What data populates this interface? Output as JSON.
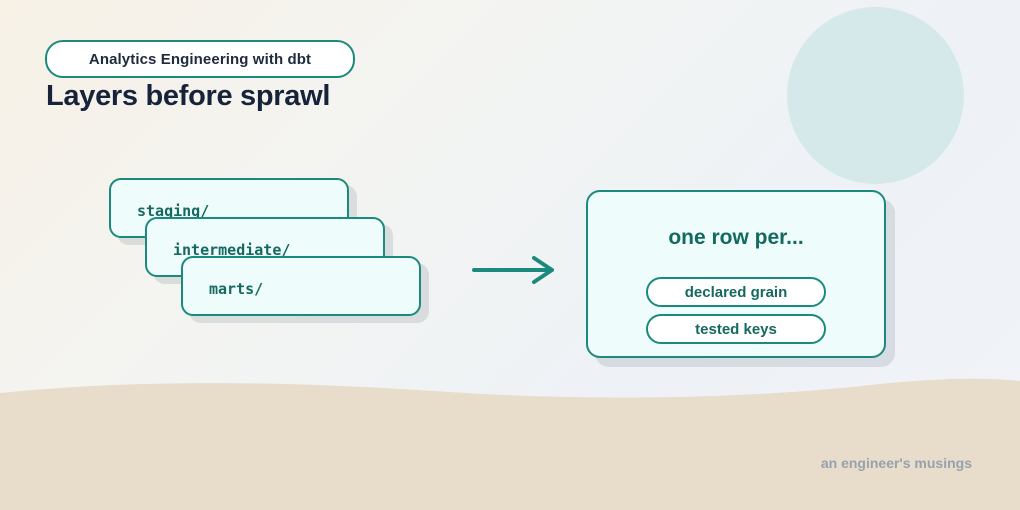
{
  "badge": {
    "label": "Analytics Engineering with dbt"
  },
  "title": "Layers before sprawl",
  "layers": [
    {
      "label": "staging/"
    },
    {
      "label": "intermediate/"
    },
    {
      "label": "marts/"
    }
  ],
  "result": {
    "title": "one row per...",
    "tags": [
      "declared grain",
      "tested keys"
    ]
  },
  "footer": "an engineer's musings",
  "colors": {
    "accent": "#1b8a7c",
    "card_fill": "#eefcfb",
    "title": "#16233a",
    "sand": "#e8dccb",
    "circle": "#d5e9ea"
  }
}
